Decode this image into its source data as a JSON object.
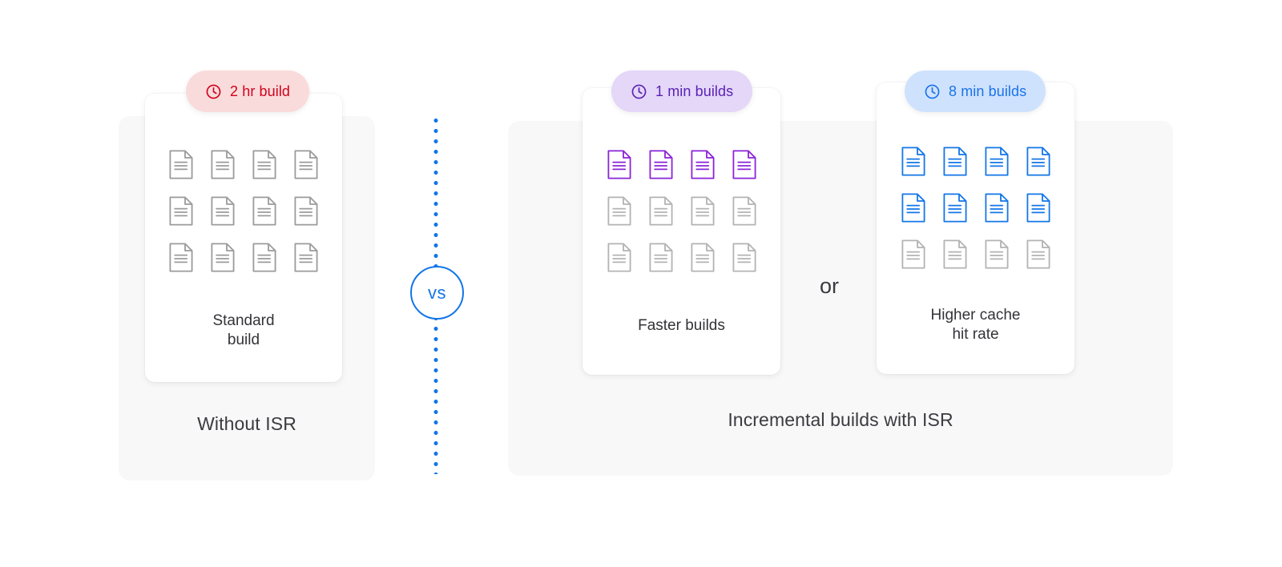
{
  "diagram": {
    "title_hidden": "",
    "divider": {
      "label": "vs",
      "line_color": "#1376e8",
      "circle_color": "#1376e8"
    },
    "connector": {
      "label": "or"
    },
    "panels": [
      {
        "id": "without-isr",
        "caption": "Without ISR",
        "background": "#f8f8f9"
      },
      {
        "id": "with-isr",
        "caption": "Incremental builds with ISR",
        "background": "#f8f8f9"
      }
    ],
    "cards": [
      {
        "id": "standard-build",
        "badge": {
          "text": "2 hr build",
          "icon": "clock-icon",
          "background": "#fadbdc",
          "color": "#d0021b"
        },
        "label": "Standard\nbuild",
        "grid": {
          "columns": 4,
          "rows": 3,
          "total": 12,
          "highlighted": 0,
          "highlight_color": "#9b9b9b",
          "muted_color": "#9b9b9b"
        }
      },
      {
        "id": "faster-builds",
        "badge": {
          "text": "1 min builds",
          "icon": "clock-icon",
          "background": "#e4d7f8",
          "color": "#5b21b6"
        },
        "label": "Faster builds",
        "grid": {
          "columns": 4,
          "rows": 3,
          "total": 12,
          "highlighted": 4,
          "highlight_color": "#8b23d8",
          "muted_color": "#b3b3b3"
        }
      },
      {
        "id": "higher-cache-hit-rate",
        "badge": {
          "text": "8 min builds",
          "icon": "clock-icon",
          "background": "#cfe2fd",
          "color": "#1a73e8"
        },
        "label": "Higher cache\nhit rate",
        "grid": {
          "columns": 4,
          "rows": 3,
          "total": 12,
          "highlighted": 8,
          "highlight_color": "#1376e8",
          "muted_color": "#b3b3b3"
        }
      }
    ]
  }
}
